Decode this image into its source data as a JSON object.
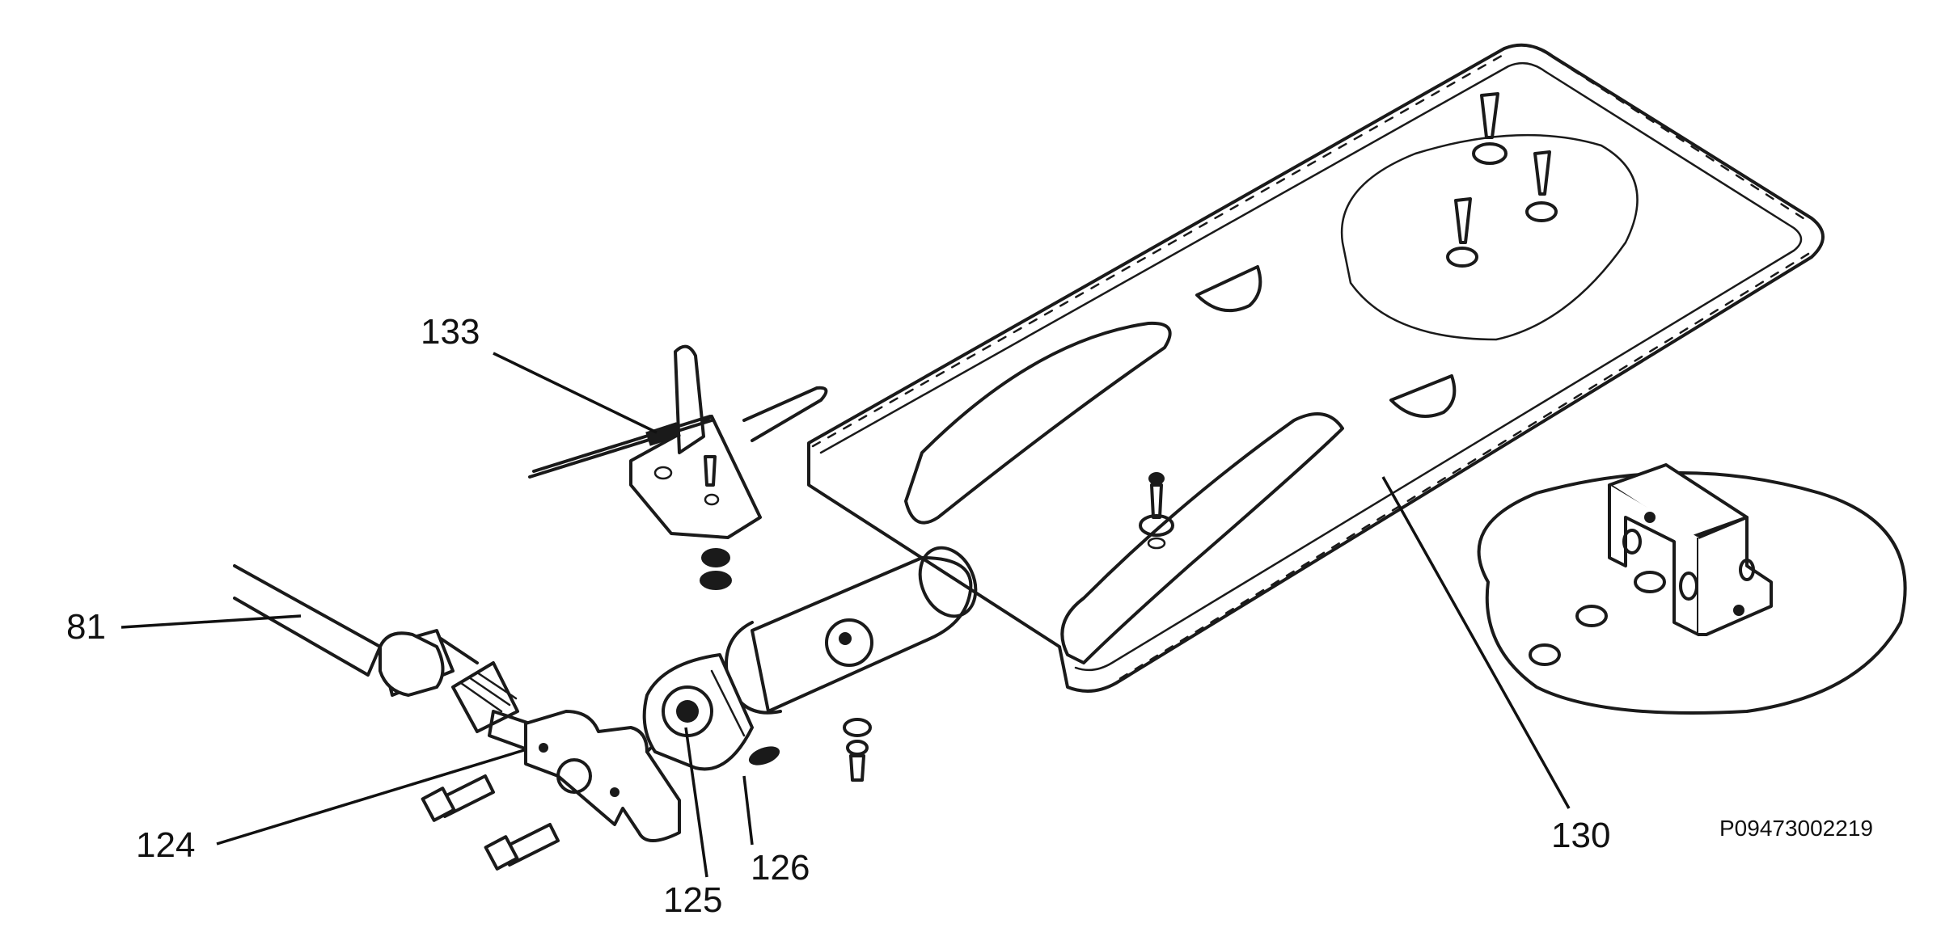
{
  "diagram": {
    "part_labels": {
      "p133": "133",
      "p81": "81",
      "p124": "124",
      "p125": "125",
      "p126": "126",
      "p130": "130"
    },
    "drawing_code": "P09473002219",
    "colors": {
      "ink": "#1a1a1a",
      "background": "#ffffff"
    }
  }
}
